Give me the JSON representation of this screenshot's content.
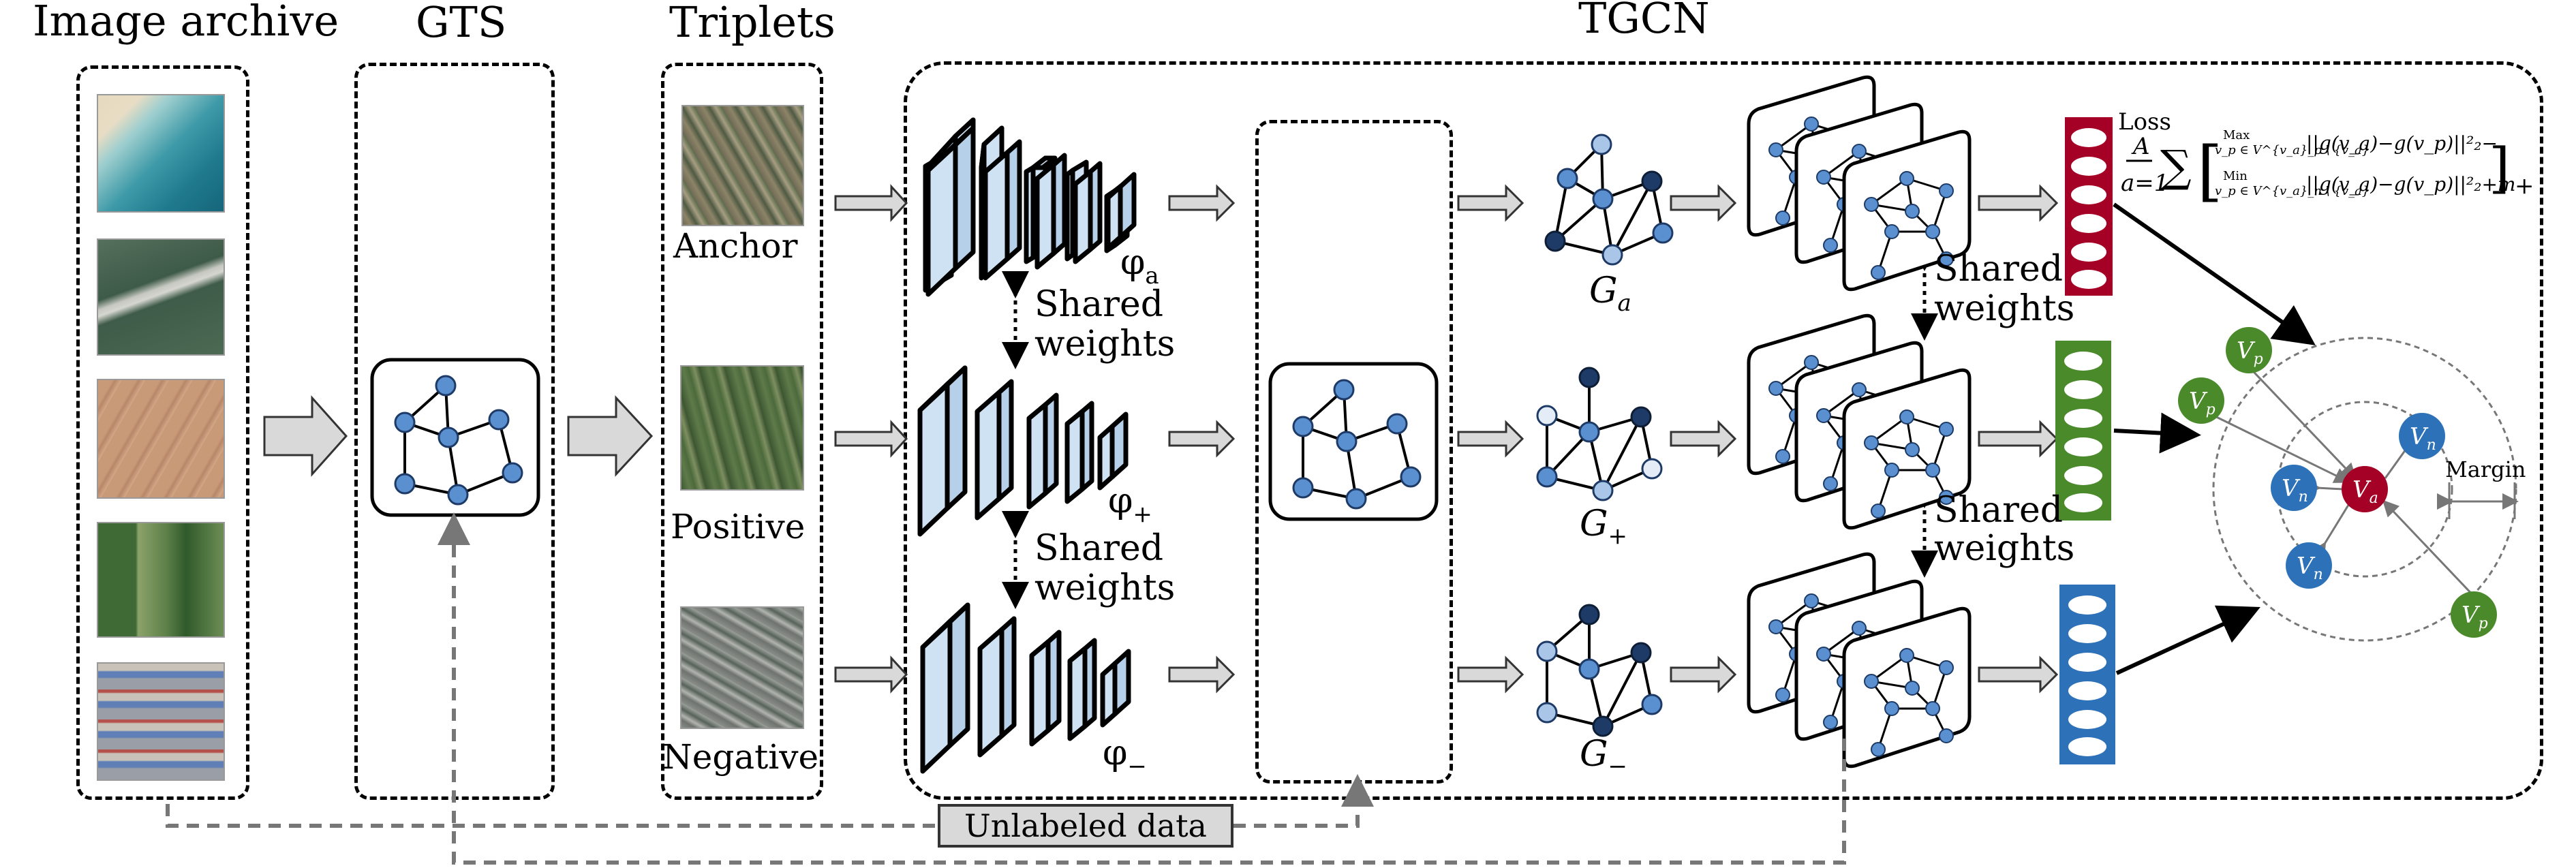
{
  "headings": {
    "image_archive": "Image archive",
    "gts": "GTS",
    "triplets": "Triplets",
    "tgcn": "TGCN"
  },
  "triplet_labels": {
    "anchor": "Anchor",
    "positive": "Positive",
    "negative": "Negative"
  },
  "shared_weights": {
    "line1": "Shared",
    "line2": "weights"
  },
  "cnn_labels": {
    "anchor": "φ",
    "anchor_sub": "a",
    "positive": "φ",
    "positive_sub": "+",
    "negative": "φ",
    "negative_sub": "−"
  },
  "graph_labels": {
    "anchor": "G",
    "anchor_sub": "a",
    "positive": "G",
    "positive_sub": "+",
    "negative": "G",
    "negative_sub": "−"
  },
  "unlabeled_data": "Unlabeled data",
  "loss": {
    "title": "Loss",
    "sum_top": "A",
    "sum_bottom": "a=1",
    "max_term": "||g(v_a)−g(v_p)||²₂−",
    "min_term": "||g(v_a)−g(v_p)||²₂+m",
    "max_cond": "v_p ∈ V^{v_a}_p \\ {v_a}",
    "min_cond": "v_p ∈ V^{v_a}_n \\ {v_a}",
    "max_label": "Max",
    "min_label": "Min",
    "plus": "+"
  },
  "embedding_space": {
    "margin_label": "Margin",
    "anchor_node": "V",
    "anchor_sub": "a",
    "positive_node": "V",
    "positive_sub": "p",
    "negative_node": "V",
    "negative_sub": "n"
  },
  "colors": {
    "anchor_embedding": "#a50026",
    "positive_embedding": "#4a8a2a",
    "negative_embedding": "#2d72b8",
    "cnn_fill": "#cfe2f3",
    "graph_node": "#5a8fd0",
    "arrow_fill": "#d9d9d9"
  }
}
